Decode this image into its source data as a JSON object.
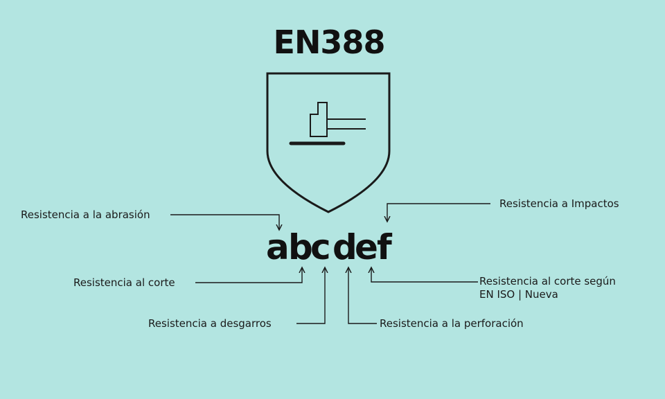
{
  "title": "EN388",
  "letters": [
    "a",
    "b",
    "c",
    "d",
    "e",
    "f"
  ],
  "labels": {
    "abrasion": "Resistencia a la abrasión",
    "impacts": "Resistencia a Impactos",
    "cut": "Resistencia al corte",
    "cut_iso_line1": "Resistencia al corte según",
    "cut_iso_line2": "EN ISO | Nueva",
    "tear": "Resistencia a desgarros",
    "puncture": "Resistencia a la perforación"
  },
  "colors": {
    "background": "#b3e5e1",
    "ink": "#1a1a1a"
  },
  "icons": {
    "shield": "shield-outline-icon",
    "impact": "impact-hammer-icon"
  }
}
